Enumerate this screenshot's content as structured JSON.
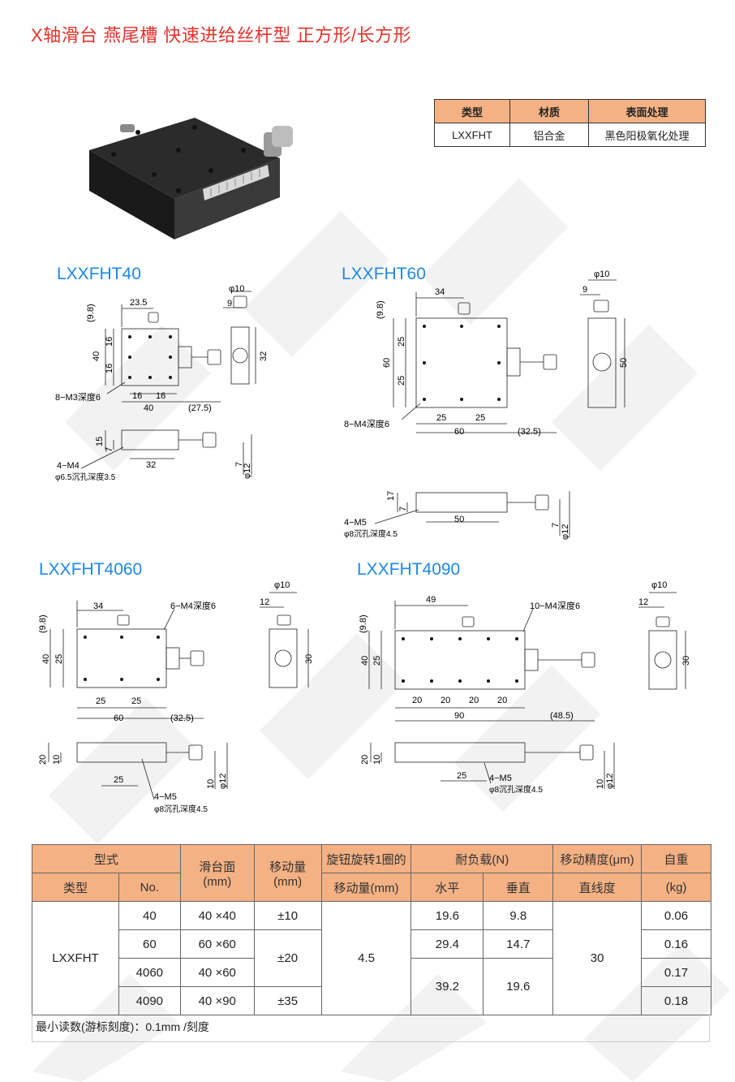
{
  "title": "X轴滑台 燕尾槽 快速进给丝杆型 正方形/长方形",
  "spec_table": {
    "headers": [
      "类型",
      "材质",
      "表面处理"
    ],
    "row": [
      "LXXFHT",
      "铝合金",
      "黑色阳极氧化处理"
    ]
  },
  "models": {
    "m40": {
      "name": "LXXFHT40",
      "dims": {
        "a": "23.5",
        "b": "(9.8)",
        "c": "40",
        "d": "16",
        "e": "16",
        "f": "16",
        "g": "16",
        "h": "40",
        "i": "(27.5)",
        "j": "32",
        "k": "φ10",
        "l": "9",
        "m": "15",
        "n": "7",
        "o": "32",
        "p": "7",
        "q": "φ12"
      },
      "hole1": "8−M3深度6",
      "hole2": "4−M4",
      "hole3": "φ6.5沉孔深度3.5"
    },
    "m60": {
      "name": "LXXFHT60",
      "dims": {
        "a": "34",
        "b": "(9.8)",
        "c": "60",
        "d": "25",
        "e": "25",
        "f": "25",
        "g": "25",
        "h": "60",
        "i": "(32.5)",
        "j": "50",
        "k": "φ10",
        "l": "9",
        "m": "17",
        "n": "7",
        "o": "50",
        "p": "7",
        "q": "φ12"
      },
      "hole1": "8−M4深度6",
      "hole2": "4−M5",
      "hole3": "φ8沉孔深度4.5"
    },
    "m4060": {
      "name": "LXXFHT4060",
      "dims": {
        "a": "34",
        "b": "(9.8)",
        "c": "40",
        "d": "25",
        "e": "25",
        "f": "25",
        "h": "60",
        "i": "(32.5)",
        "j": "30",
        "k": "φ10",
        "l": "12",
        "m": "20",
        "n": "10",
        "o": "25",
        "p": "10",
        "q": "φ12"
      },
      "hole1": "6−M4深度6",
      "hole2": "4−M5",
      "hole3": "φ8沉孔深度4.5"
    },
    "m4090": {
      "name": "LXXFHT4090",
      "dims": {
        "a": "49",
        "b": "(9.8)",
        "c": "40",
        "d": "25",
        "e": "20",
        "f": "20",
        "g": "20",
        "g2": "20",
        "h": "90",
        "i": "(48.5)",
        "j": "30",
        "k": "φ10",
        "l": "12",
        "m": "20",
        "n": "10",
        "o": "25",
        "p": "10",
        "q": "φ12"
      },
      "hole1": "10−M4深度6",
      "hole2": "4−M5",
      "hole3": "φ8沉孔深度4.5"
    }
  },
  "main_table": {
    "h_model": "型式",
    "h_type": "类型",
    "h_no": "No.",
    "h_stage": "滑台面",
    "h_stage_unit": "(mm)",
    "h_travel": "移动量",
    "h_travel_unit": "(mm)",
    "h_knob": "旋钮旋转1圈的",
    "h_knob2": "移动量(mm)",
    "h_load": "耐负载(N)",
    "h_horizontal": "水平",
    "h_vertical": "垂直",
    "h_precision": "移动精度(μm)",
    "h_straight": "直线度",
    "h_weight": "自重",
    "h_weight_unit": "(kg)",
    "type": "LXXFHT",
    "knob": "4.5",
    "precision": "30",
    "rows": [
      {
        "no": "40",
        "stage": "40 ×40",
        "travel": "±10",
        "h": "19.6",
        "v": "9.8",
        "w": "0.06"
      },
      {
        "no": "60",
        "stage": "60 ×60",
        "travel": "±20",
        "h": "29.4",
        "v": "14.7",
        "w": "0.16"
      },
      {
        "no": "4060",
        "stage": "40 ×60",
        "travel": "",
        "h": "39.2",
        "v": "19.6",
        "w": "0.17"
      },
      {
        "no": "4090",
        "stage": "40 ×90",
        "travel": "±35",
        "h": "",
        "v": "",
        "w": "0.18"
      }
    ]
  },
  "note": "最小读数(游标刻度)：0.1mm /刻度",
  "colors": {
    "title": "#e4322b",
    "model": "#1e88e5",
    "header": "#f4b183"
  }
}
